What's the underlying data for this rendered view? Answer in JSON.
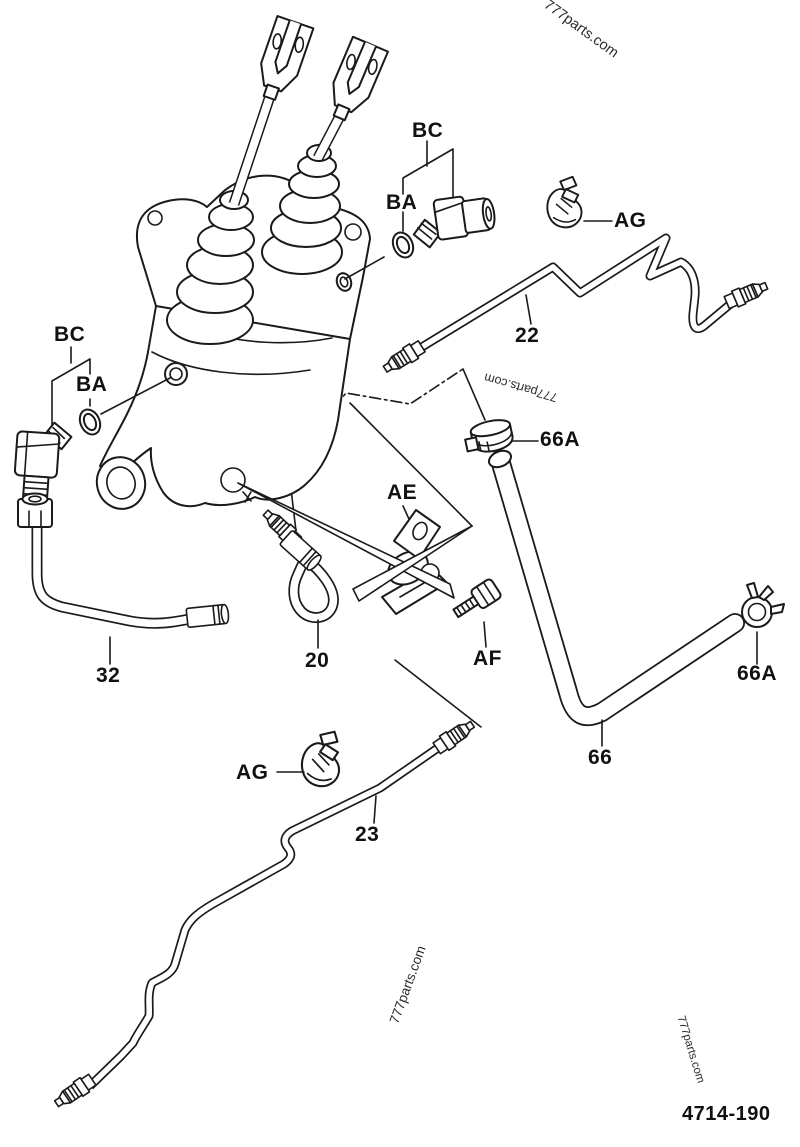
{
  "page": {
    "background": "#ffffff",
    "line_color": "#1a1a1a",
    "text_color": "#111111"
  },
  "drawing": {
    "number": "4714-190"
  },
  "watermarks": [
    {
      "text": "777parts.com"
    },
    {
      "text": "777parts.com"
    },
    {
      "text": "777parts.com"
    },
    {
      "text": "777parts.com"
    }
  ],
  "labels": {
    "bc_top": "BC",
    "ba_top": "BA",
    "ag_top": "AG",
    "line22": "22",
    "bc_left": "BC",
    "ba_left": "BA",
    "clamp66a_mid": "66A",
    "ae": "AE",
    "af": "AF",
    "part20": "20",
    "part32": "32",
    "hose66": "66",
    "clamp66a_right": "66A",
    "ag_bottom": "AG",
    "line23": "23"
  }
}
